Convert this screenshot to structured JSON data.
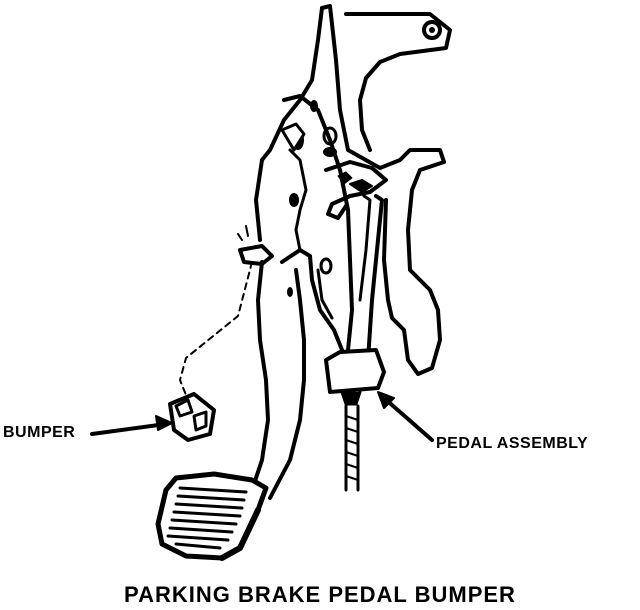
{
  "labels": {
    "bumper": "BUMPER",
    "pedal_assembly": "PEDAL ASSEMBLY"
  },
  "caption": "PARKING BRAKE PEDAL BUMPER",
  "colors": {
    "ink": "#000000",
    "paper": "#ffffff"
  }
}
